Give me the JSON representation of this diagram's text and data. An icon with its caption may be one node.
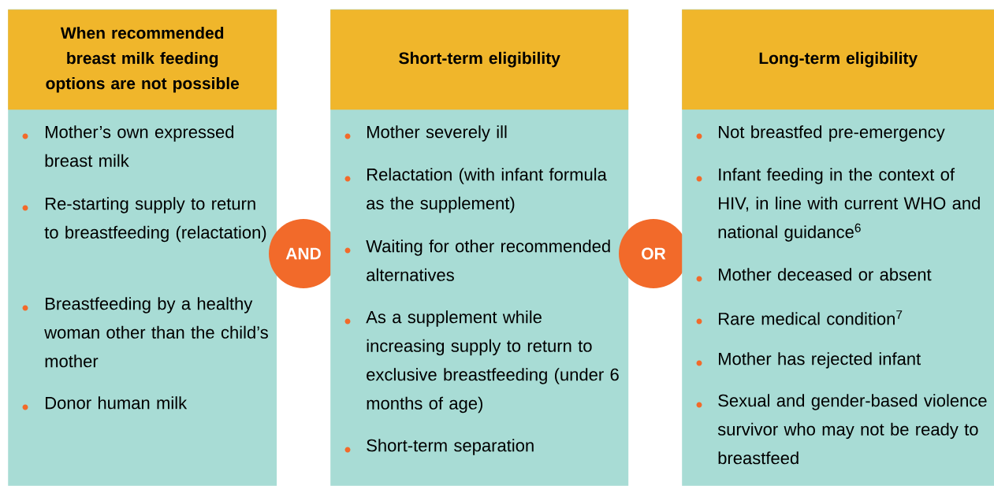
{
  "diagram": {
    "nodes": [
      {
        "text": [
          "When recommended breast milk feeding options are not possible",
          "Mother’s own expressed breast milk",
          "Re-starting supply to return to breastfeeding (relactation)",
          "Breastfeeding by a healthy woman other than the child’s mother",
          "Donor human milk"
        ]
      },
      {
        "text": [
          "AND"
        ]
      },
      {
        "text": [
          "Short-term eligibility",
          "Mother severely ill",
          "Relactation (with infant formula as the supplement)",
          "Waiting for other recommended alternatives",
          "As a supplement while increasing supply to return to exclusive breastfeeding (under 6 months of age)",
          "Short-term separation"
        ]
      },
      {
        "text": [
          "OR"
        ]
      },
      {
        "text": [
          "Long-term eligibility",
          "Not breastfed pre-emergency",
          "Infant feeding in the context of HIV, in line with current WHO and national guidance$^{6}$",
          "Mother deceased or absent",
          "Rare medical condition$^{7}$",
          "Mother has rejected infant",
          "Sexual and gender-based violence survivor who may not be ready to breastfeed"
        ]
      }
    ]
  }
}
